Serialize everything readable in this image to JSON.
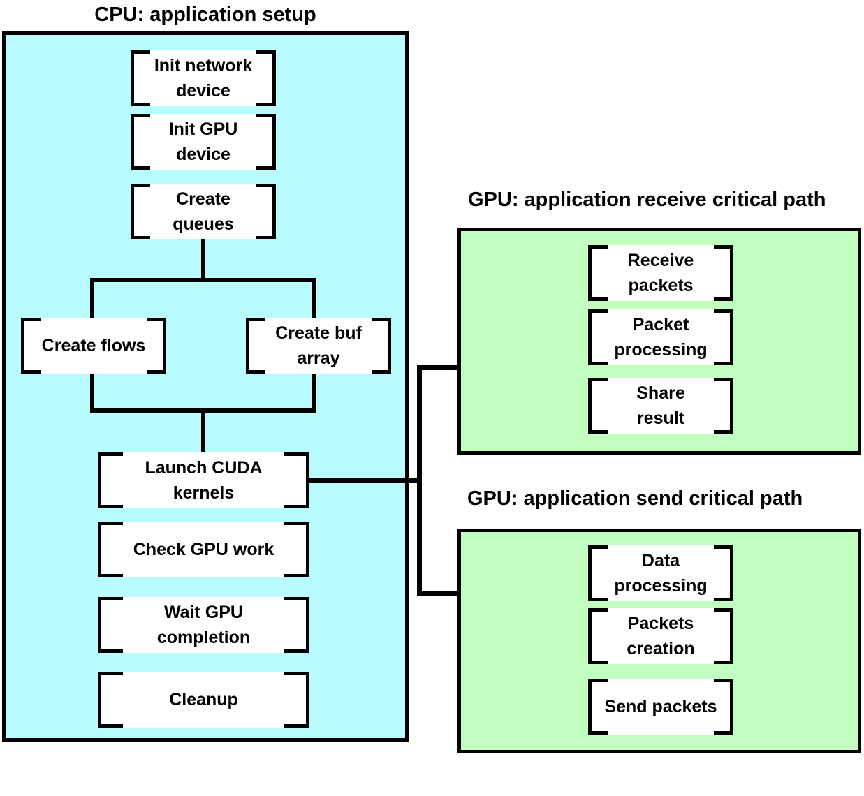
{
  "colors": {
    "page_background": "#ffffff",
    "cpu_region_fill": "#b8fcff",
    "gpu_region_fill": "#c1fec0",
    "node_fill": "#ffffff",
    "line": "#000000"
  },
  "cpu_setup": {
    "title": "CPU: application setup",
    "nodes": {
      "init_network": "Init network\ndevice",
      "init_gpu": "Init GPU\ndevice",
      "create_queues": "Create\nqueues",
      "create_flows": "Create flows",
      "create_buf_array": "Create buf\narray",
      "launch_cuda": "Launch CUDA\nkernels",
      "check_gpu": "Check GPU work",
      "wait_gpu": "Wait GPU\ncompletion",
      "cleanup": "Cleanup"
    }
  },
  "gpu_receive": {
    "title": "GPU: application receive critical path",
    "nodes": {
      "receive_packets": "Receive\npackets",
      "packet_processing": "Packet\nprocessing",
      "share_result": "Share\nresult"
    }
  },
  "gpu_send": {
    "title": "GPU: application send critical path",
    "nodes": {
      "data_processing": "Data\nprocessing",
      "packets_creation": "Packets\ncreation",
      "send_packets": "Send packets"
    }
  }
}
